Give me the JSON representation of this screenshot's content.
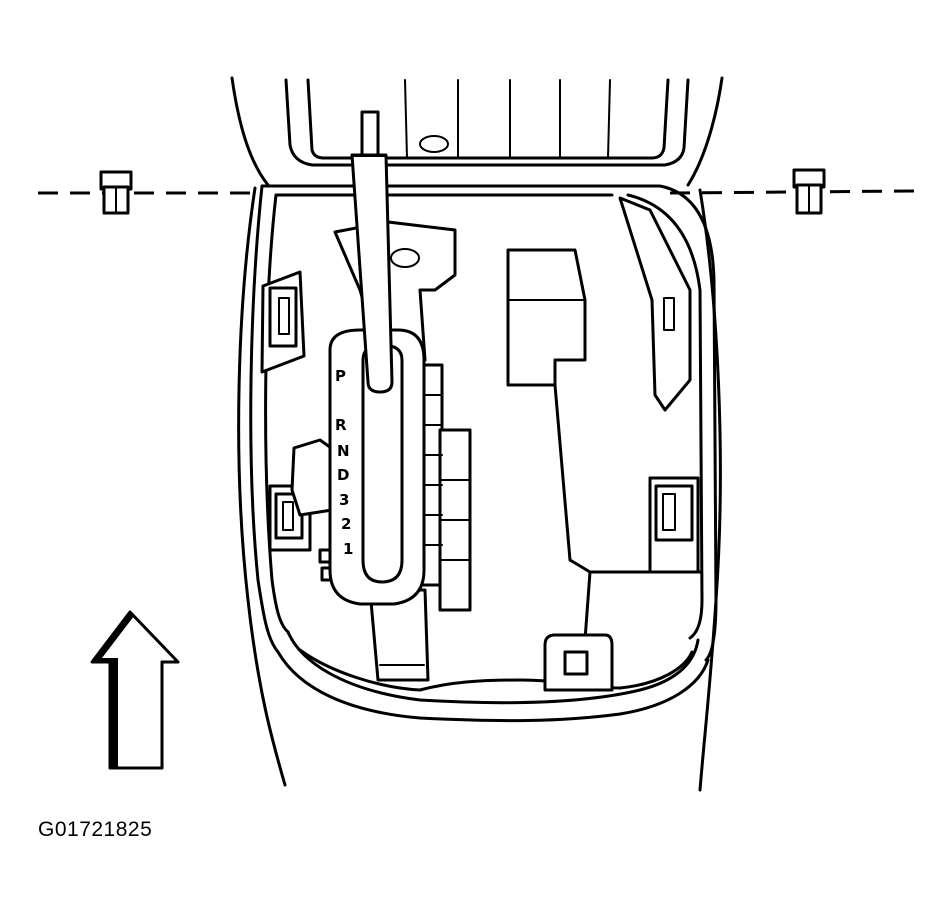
{
  "figure_id": "G01721825",
  "shift_positions": [
    "P",
    "R",
    "N",
    "D",
    "3",
    "2",
    "1"
  ]
}
